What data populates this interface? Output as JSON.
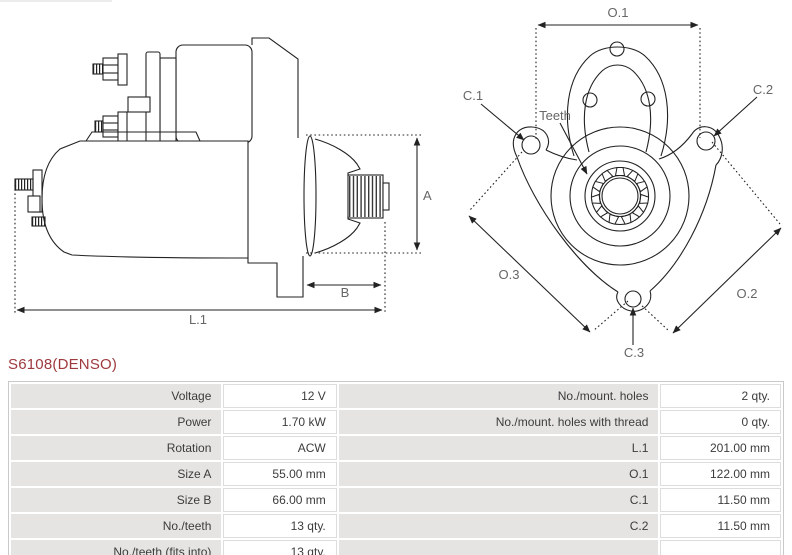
{
  "title": "S6108(DENSO)",
  "colors": {
    "accent_red": "#9e3a3e",
    "line": "#222222",
    "label_gray": "#666666",
    "cell_bg": "#e5e4e2"
  },
  "diagram": {
    "side_view_labels": {
      "a": "A",
      "b": "B",
      "l1": "L.1"
    },
    "front_view_labels": {
      "o1": "O.1",
      "o2": "O.2",
      "o3": "O.3",
      "c1": "C.1",
      "c2": "C.2",
      "c3": "C.3",
      "teeth": "Teeth"
    }
  },
  "table": {
    "left": [
      {
        "label": "Voltage",
        "value": "12 V"
      },
      {
        "label": "Power",
        "value": "1.70 kW"
      },
      {
        "label": "Rotation",
        "value": "ACW"
      },
      {
        "label": "Size A",
        "value": "55.00 mm"
      },
      {
        "label": "Size B",
        "value": "66.00 mm"
      },
      {
        "label": "No./teeth",
        "value": "13 qty."
      },
      {
        "label": "No./teeth (fits into)",
        "value": "13 qty."
      }
    ],
    "right": [
      {
        "label": "No./mount. holes",
        "value": "2 qty."
      },
      {
        "label": "No./mount. holes with thread",
        "value": "0 qty."
      },
      {
        "label": "L.1",
        "value": "201.00 mm"
      },
      {
        "label": "O.1",
        "value": "122.00 mm"
      },
      {
        "label": "C.1",
        "value": "11.50 mm"
      },
      {
        "label": "C.2",
        "value": "11.50 mm"
      },
      {
        "label": "",
        "value": ""
      }
    ]
  }
}
